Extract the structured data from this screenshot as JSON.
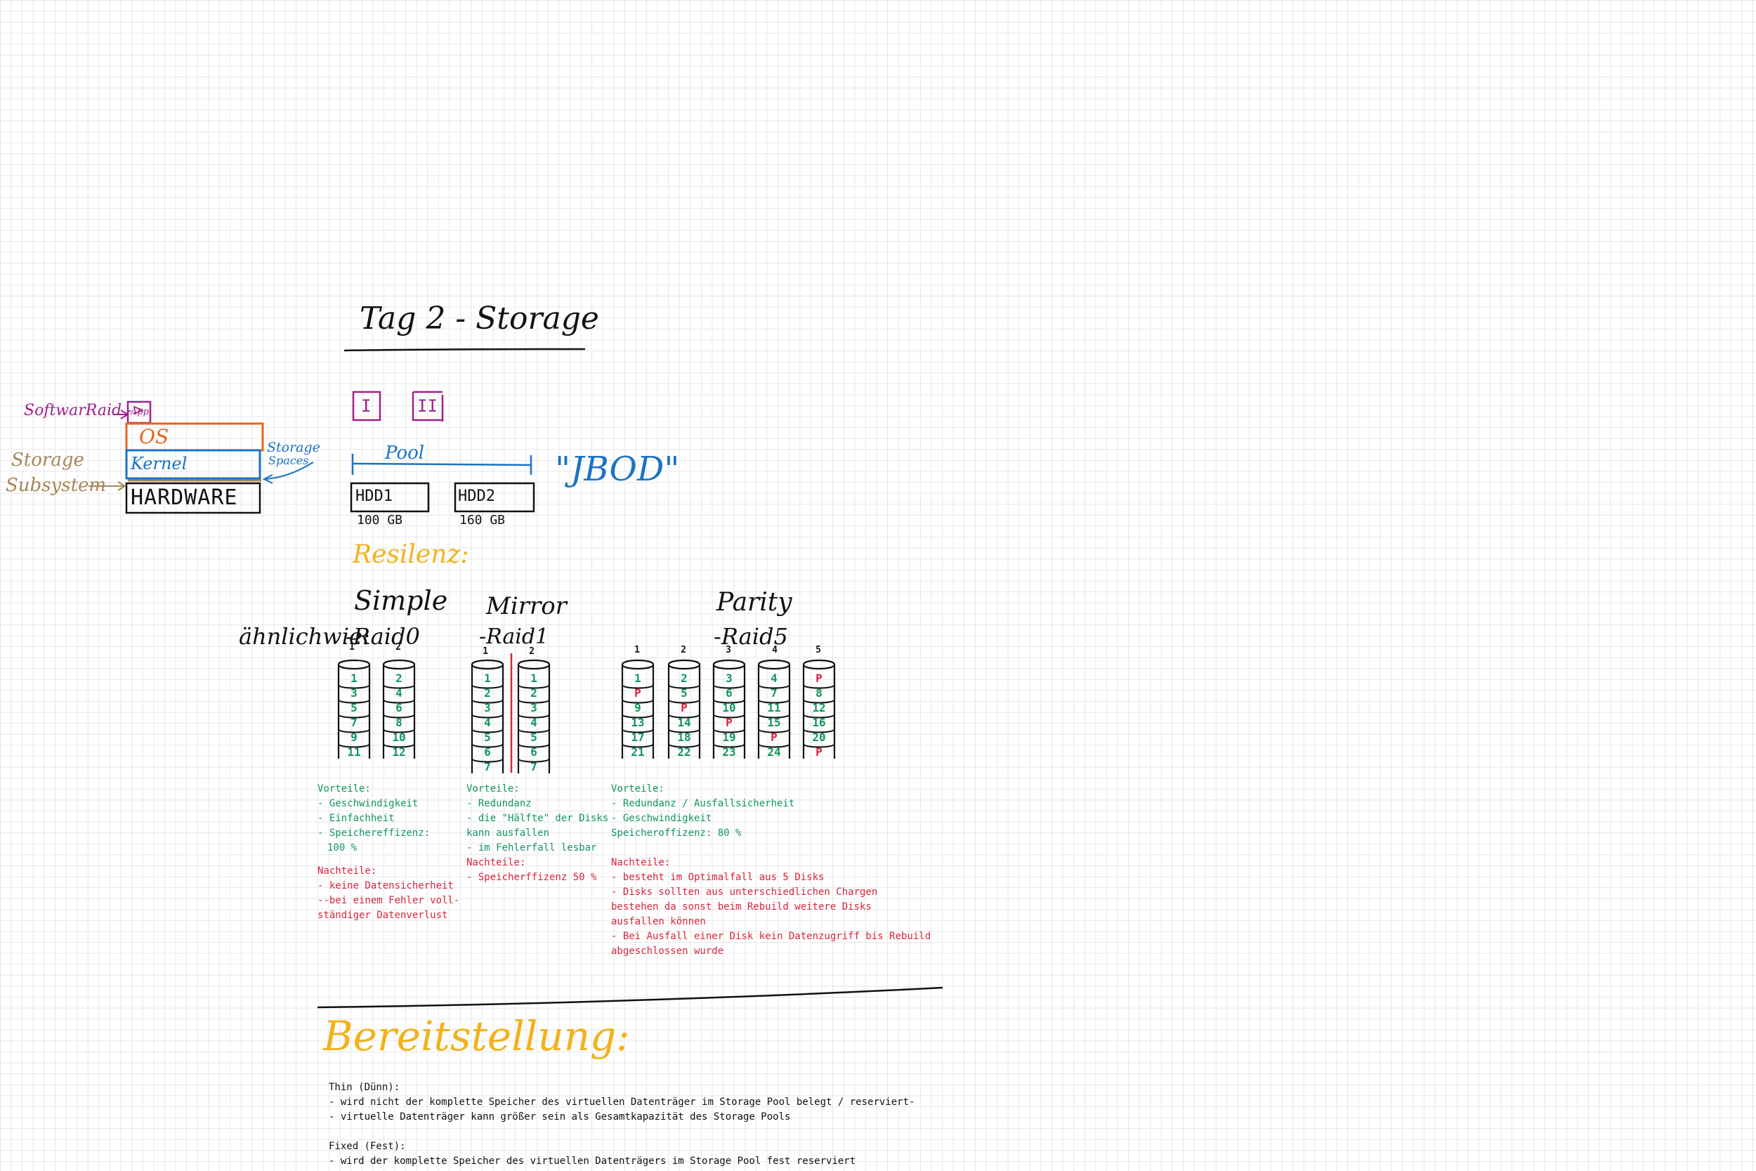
{
  "title": "Tag 2 - Storage",
  "colors": {
    "ink": "#111111",
    "purple": "#a0208c",
    "orange": "#e8641a",
    "blue": "#1a73c4",
    "brown": "#a8865a",
    "yellow": "#f2b21c",
    "green": "#10975a",
    "red": "#d8253d"
  },
  "stack": {
    "softwareraid": "SoftwarRaid ->",
    "app": "App",
    "os": "OS",
    "kernel": "Kernel",
    "hardware": "HARDWARE",
    "storage_subsystem_1": "Storage",
    "storage_subsystem_2": "Subsystem",
    "storage_spaces_1": "Storage",
    "storage_spaces_2": "Spaces"
  },
  "pool": {
    "roman_1": "I",
    "roman_2": "II",
    "label": "Pool",
    "jbod": "\"JBOD\"",
    "disk1_name": "HDD1",
    "disk1_size": "100 GB",
    "disk2_name": "HDD2",
    "disk2_size": "160 GB"
  },
  "resilienz": "Resilenz:",
  "aehnlich": "ähnlichwie:",
  "simple": {
    "title": "Simple",
    "raid": "-Raid0",
    "disk_numbers": [
      "1",
      "2"
    ],
    "col1": [
      "1",
      "3",
      "5",
      "7",
      "9",
      "11"
    ],
    "col2": [
      "2",
      "4",
      "6",
      "8",
      "10",
      "12"
    ]
  },
  "mirror": {
    "title": "Mirror",
    "raid": "-Raid1",
    "disk_numbers": [
      "1",
      "2"
    ],
    "col1": [
      "1",
      "2",
      "3",
      "4",
      "5",
      "6",
      "7"
    ],
    "col2": [
      "1",
      "2",
      "3",
      "4",
      "5",
      "6",
      "7"
    ]
  },
  "parity": {
    "title": "Parity",
    "raid": "-Raid5",
    "disk_numbers": [
      "1",
      "2",
      "3",
      "4",
      "5"
    ],
    "cols": [
      [
        "1",
        "P",
        "9",
        "13",
        "17",
        "21"
      ],
      [
        "2",
        "5",
        "P",
        "14",
        "18",
        "22"
      ],
      [
        "3",
        "6",
        "10",
        "P",
        "19",
        "23"
      ],
      [
        "4",
        "7",
        "11",
        "15",
        "P",
        "24"
      ],
      [
        "P",
        "8",
        "12",
        "16",
        "20",
        "P"
      ]
    ]
  },
  "notes": {
    "simple": {
      "vorteile_head": "Vorteile:",
      "vorteile": [
        "- Geschwindigkeit",
        "- Einfachheit",
        "- Speichereffizenz:"
      ],
      "vorteile_indent": "100 %",
      "nachteile_head": "Nachteile:",
      "nachteile": [
        "- keine Datensicherheit",
        "--bei einem Fehler voll-",
        "ständiger Datenverlust"
      ]
    },
    "mirror": {
      "vorteile_head": "Vorteile:",
      "vorteile": [
        "- Redundanz",
        "- die \"Hälfte\" der Disks",
        "kann ausfallen",
        "- im Fehlerfall lesbar"
      ],
      "nachteile_head": "Nachteile:",
      "nachteile": [
        "- Speicherffizenz 50 %"
      ]
    },
    "parity": {
      "vorteile_head": "Vorteile:",
      "vorteile": [
        "- Redundanz / Ausfallsicherheit",
        "- Geschwindigkeit",
        "Speicheroffizenz: 80 %"
      ],
      "nachteile_head": "Nachteile:",
      "nachteile": [
        "- besteht im Optimalfall aus 5 Disks",
        "- Disks sollten aus unterschiedlichen Chargen",
        "bestehen da sonst beim Rebuild weitere Disks",
        "ausfallen können",
        "- Bei Ausfall einer Disk kein Datenzugriff bis Rebuild",
        "abgeschlossen wurde"
      ]
    }
  },
  "bereitstellung": {
    "title": "Bereitstellung:",
    "thin_head": "Thin (Dünn):",
    "thin": [
      "- wird nicht der komplette Speicher des virtuellen Datenträger im Storage Pool belegt / reserviert-",
      "- virtuelle Datenträger kann größer sein als Gesamtkapazität des Storage Pools"
    ],
    "fixed_head": "Fixed (Fest):",
    "fixed": [
      "- wird der komplette Speicher des virtuellen Datenträgers im Storage Pool fest reserviert"
    ]
  }
}
